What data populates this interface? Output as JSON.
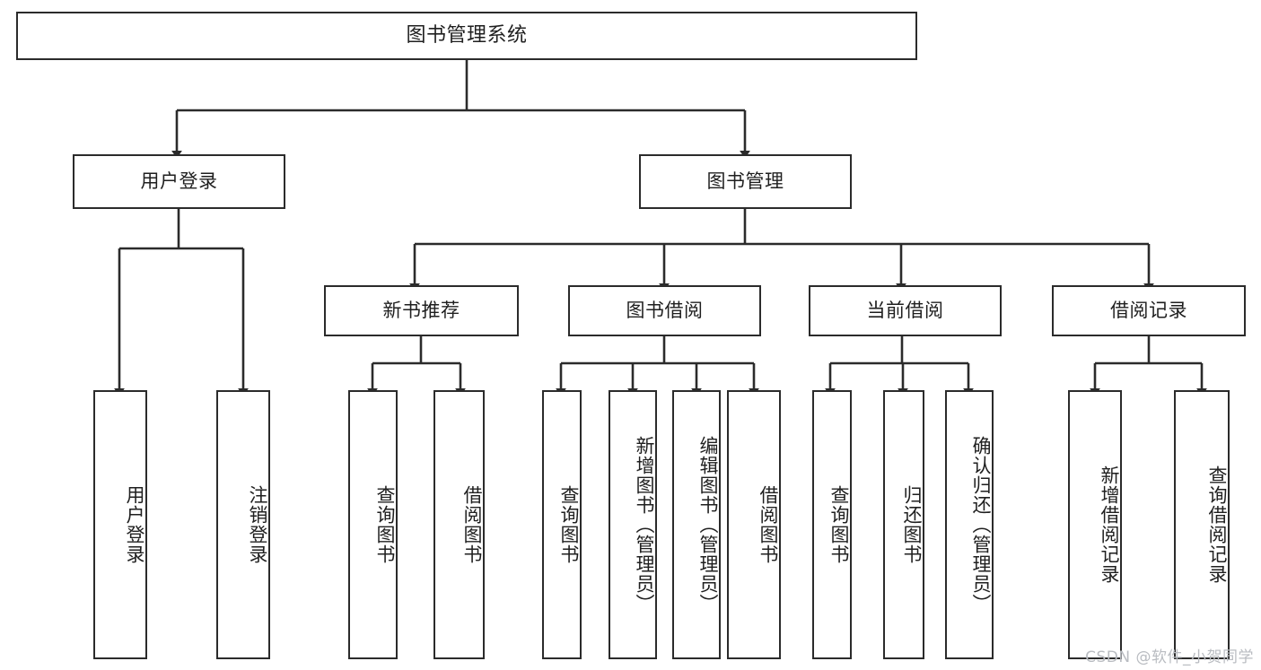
{
  "diagram": {
    "title": "图书管理系统",
    "stroke_color": "#2b2b2b",
    "text_color": "#1f1f1f",
    "background_color": "#ffffff",
    "watermark": "CSDN @软件_小贺同学"
  },
  "nodes": {
    "root": {
      "label": "图书管理系统"
    },
    "level1": [
      {
        "id": "user-login",
        "label": "用户登录"
      },
      {
        "id": "book-manage",
        "label": "图书管理"
      }
    ],
    "level2": [
      {
        "id": "new-book-recommend",
        "label": "新书推荐"
      },
      {
        "id": "book-borrow",
        "label": "图书借阅"
      },
      {
        "id": "current-borrow",
        "label": "当前借阅"
      },
      {
        "id": "borrow-record",
        "label": "借阅记录"
      }
    ],
    "leaves": {
      "user_login": [
        {
          "id": "leaf-user-login",
          "label": "用户登录"
        },
        {
          "id": "leaf-logout-login",
          "label": "注销登录"
        }
      ],
      "new_book_recommend": [
        {
          "id": "leaf-query-book-1",
          "label": "查询图书"
        },
        {
          "id": "leaf-borrow-book-1",
          "label": "借阅图书"
        }
      ],
      "book_borrow": [
        {
          "id": "leaf-query-book-2",
          "label": "查询图书"
        },
        {
          "id": "leaf-add-book",
          "label": "新增图书（管理员）"
        },
        {
          "id": "leaf-edit-book",
          "label": "编辑图书（管理员）"
        },
        {
          "id": "leaf-borrow-book-2",
          "label": "借阅图书"
        }
      ],
      "current_borrow": [
        {
          "id": "leaf-query-book-3",
          "label": "查询图书"
        },
        {
          "id": "leaf-return-book",
          "label": "归还图书"
        },
        {
          "id": "leaf-confirm-return",
          "label": "确认归还（管理员）"
        }
      ],
      "borrow_record": [
        {
          "id": "leaf-add-record",
          "label": "新增借阅记录"
        },
        {
          "id": "leaf-query-record",
          "label": "查询借阅记录"
        }
      ]
    }
  }
}
